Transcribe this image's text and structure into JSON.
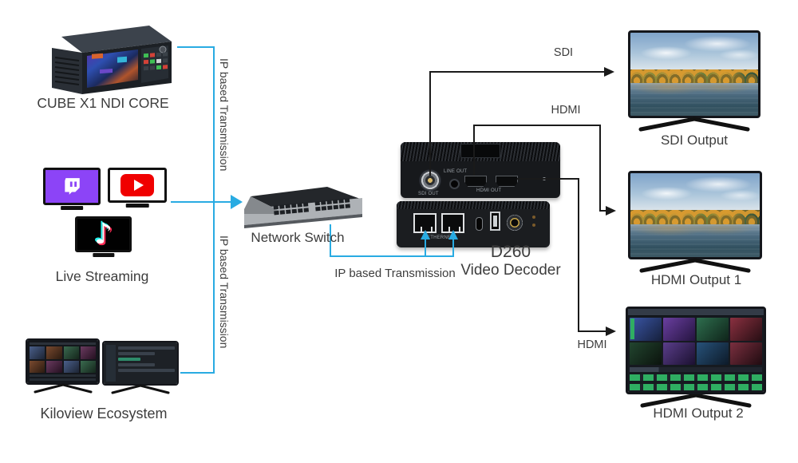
{
  "colors": {
    "cyan": "#29abe2",
    "line": "#1a1a1a",
    "text": "#3d3d3d"
  },
  "nodes": {
    "cube": {
      "label": "CUBE X1 NDI CORE"
    },
    "live_streaming": {
      "label": "Live Streaming"
    },
    "kiloview": {
      "label": "Kiloview Ecosystem"
    },
    "network_switch": {
      "label": "Network Switch"
    },
    "decoder": {
      "model": "D260",
      "type": "Video Decoder",
      "ports": {
        "sdi": "SDI OUT",
        "line": "LINE OUT",
        "hdmi": "HDMI OUT",
        "ethernet": "ETHERNET"
      }
    },
    "sdi_tv": {
      "label": "SDI Output"
    },
    "hdmi1_tv": {
      "label": "HDMI Output 1"
    },
    "hdmi2_tv": {
      "label": "HDMI Output 2"
    }
  },
  "links": {
    "ip_transmission_top": "IP based Transmission",
    "ip_transmission_bottom": "IP based Transmission",
    "ip_transmission_switch": "IP based Transmission",
    "sdi": "SDI",
    "hdmi_1": "HDMI",
    "hdmi_2": "HDMI"
  }
}
